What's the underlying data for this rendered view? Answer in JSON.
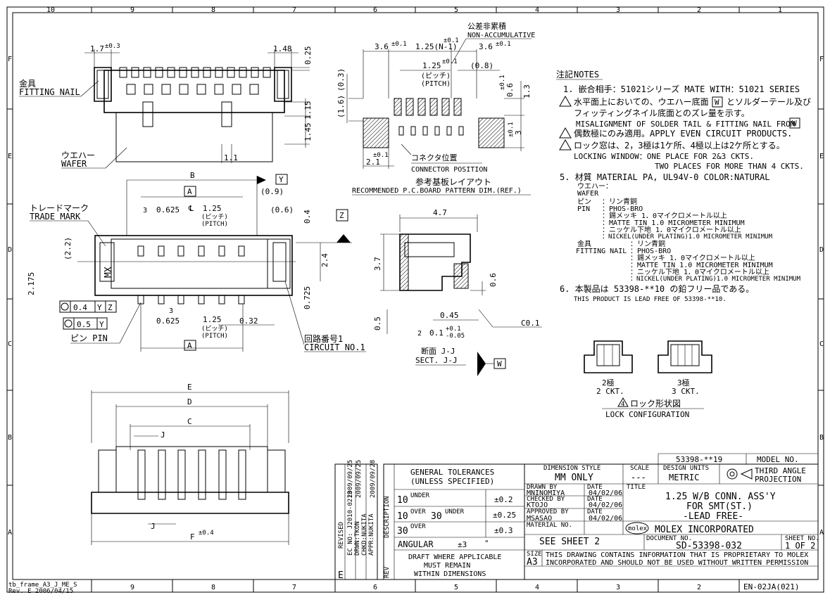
{
  "border": {
    "columns_top": [
      "10",
      "9",
      "8",
      "7",
      "6",
      "5",
      "4",
      "3",
      "2",
      "1"
    ],
    "columns_bottom": [
      "9",
      "8",
      "7",
      "6",
      "5",
      "4",
      "3",
      "2"
    ],
    "rows_left": [
      "F",
      "E",
      "D",
      "C",
      "B",
      "A"
    ],
    "rows_right": [
      "F",
      "E",
      "D",
      "C",
      "B",
      "A"
    ],
    "frame_id": "tb_frame_A3_J_ME_S",
    "frame_rev": "Rev. E 2006/04/15",
    "form_code": "EN-02JA(021)"
  },
  "top_view": {
    "dim_17": "1.7",
    "dim_17_tol": "±0.3",
    "dim_148": "1.48",
    "dim_025": "0.25",
    "dim_115": "1.15",
    "dim_145": "1.45",
    "dim_11": "1.1",
    "label_fitting_nail_jp": "金具",
    "label_fitting_nail_en": "FITTING NAIL",
    "label_wafer_jp": "ウエハー",
    "label_wafer_en": "WAFER"
  },
  "pcb_pattern": {
    "label_non_accum_jp": "公差非累積",
    "label_non_accum_en": "NON-ACCUMULATIVE",
    "dim_36_left": "3.6",
    "dim_36_tol": "±0.1",
    "dim_125n": "1.25(N-1)",
    "dim_125n_tol": "±0.1",
    "dim_36_right": "3.6",
    "dim_125": "1.25",
    "dim_125_tol": "±0.1",
    "pitch_jp": "(ピッチ)",
    "pitch_en": "(PITCH)",
    "dim_08": "(0.8)",
    "dim_03": "(0.3)",
    "dim_16": "(1.6)",
    "dim_06": "0.6",
    "dim_06_tol": "±0.1",
    "dim_13": "1.3",
    "dim_3": "3",
    "dim_3_tol": "±0.1",
    "dim_21": "2.1",
    "dim_21_tol": "±0.1",
    "connector_pos_jp": "コネクタ位置",
    "connector_pos_en": "CONNECTOR POSITION",
    "title_jp": "参考基板レイアウト",
    "title_en": "RECOMMENDED P.C.BOARD PATTERN DIM.(REF.)"
  },
  "front_view": {
    "dim_B": "B",
    "datum_Y": "Y",
    "dim_A_top": "A",
    "dim_09": "(0.9)",
    "dim_0625_top": "0.625",
    "centerline": "℄",
    "dim_125": "1.25",
    "pitch_jp": "(ピッチ)",
    "pitch_en": "(PITCH)",
    "dim_06": "(0.6)",
    "dim_04": "0.4",
    "datum_Z": "Z",
    "trade_mark_jp": "トレードマーク",
    "trade_mark_en": "TRADE MARK",
    "dim_22": "(2.2)",
    "dim_2175": "2.175",
    "dim_24": "2.4",
    "dim_0725": "0.725",
    "mark_text": "MX",
    "gdt_1_tol": "0.4",
    "gdt_1_ref1": "Y",
    "gdt_1_ref2": "Z",
    "gdt_2_tol": "0.5",
    "gdt_2_ref1": "Y",
    "pin_label": "ピン PIN",
    "note_3": "3",
    "dim_0625_bottom": "0.625",
    "dim_125_bottom": "1.25",
    "pitch_jp_b": "(ピッチ)",
    "pitch_en_b": "(PITCH)",
    "dim_032": "0.32",
    "dim_A_bottom": "A",
    "circuit_jp": "回路番号1",
    "circuit_en": "CIRCUIT NO.1"
  },
  "section": {
    "dim_47": "4.7",
    "dim_37": "3.7",
    "dim_06": "0.6",
    "dim_045": "0.45",
    "dim_05": "0.5",
    "dim_01": "0.1",
    "dim_01_tol_up": "+0.1",
    "dim_01_tol_dn": "-0.05",
    "note_2": "2",
    "chamfer": "C0.1",
    "title_jp": "断面 J-J",
    "title_en": "SECT. J-J",
    "datum_W": "W"
  },
  "notes": {
    "title_jp": "注記",
    "title_en": "NOTES",
    "n1": "1. 嵌合相手：51021シリーズ  MATE WITH：51021 SERIES",
    "n2_jp_a": "水平面上においての、ウエハー底面",
    "n2_box": "W",
    "n2_jp_b": "とソルダーテール及び",
    "n2_jp_c": "フィッティングネイル底面とのズレ量を示す。",
    "n2_en": "MISALIGNMENT OF SOLDER TAIL & FITTING NAIL FROM",
    "n2_box2": "W",
    "n3": "偶数極にのみ適用。APPLY EVEN CIRCUIT PRODUCTS.",
    "n4_jp": "ロック窓は、2，3極は1ケ所、4極以上は2ケ所とする。",
    "n4_en_a": "LOCKING WINDOW：ONE PLACE FOR 2&3 CKTS.",
    "n4_en_b": "TWO PLACES FOR MORE THAN 4 CKTS.",
    "n5": "5. 材質 MATERIAL  PA, UL94V-0 COLOR:NATURAL",
    "wafer_jp": "ウエハー：",
    "wafer_en": "WAFER",
    "pin_jp": "ピン",
    "pin_en": "PIN",
    "pin_l1": "：リン青銅",
    "pin_l2": "：PHOS-BRO",
    "pin_l3": "：錫メッキ  1．0マイクロメートル以上",
    "pin_l4": "：MATTE TIN 1.0 MICROMETER MINIMUM",
    "pin_l5": "：ニッケル下地  1．0マイクロメートル以上",
    "pin_l6": "：NICKEL(UNDER PLATING)1.0 MICROMETER MINIMUM",
    "nail_jp": "金具",
    "nail_en": "FITTING NAIL",
    "nail_l1": "：リン青銅",
    "nail_l2": "：PHOS-BRO",
    "nail_l3": "：錫メッキ  1．0マイクロメートル以上",
    "nail_l4": "：MATTE TIN 1.0 MICROMETER MINIMUM",
    "nail_l5": "：ニッケル下地  1．0マイクロメートル以上",
    "nail_l6": "：NICKEL(UNDER PLATING)1.0 MICROMETER MINIMUM",
    "n6_jp": "6. 本製品は 53398-**10 の鉛フリー品である。",
    "n6_en": "THIS PRODUCT IS LEAD FREE OF 53398-**10."
  },
  "lock_config": {
    "ckt2_jp": "2極",
    "ckt2_en": "2 CKT.",
    "ckt3_jp": "3極",
    "ckt3_en": "3 CKT.",
    "title_jp": "ロック形状図",
    "title_en": "LOCK CONFIGURATION",
    "note_4": "4"
  },
  "bottom_view": {
    "dim_E": "E",
    "dim_D": "D",
    "dim_C": "C",
    "dim_J_top": "J",
    "dim_J_bottom": "J",
    "dim_F": "F",
    "dim_F_tol": "±0.4"
  },
  "title_block": {
    "rev_date1": "2009/09/25",
    "rev_date2": "2009/09/25",
    "rev_date3": "2009/09/28",
    "revised": "REVISED",
    "ec_no": "EC NO: J2010-0213",
    "drwn": "DRWN:TKON",
    "chkd": "CHKD:NUKITA",
    "appr": "APPR:NUKITA",
    "rev_letter": "E",
    "description": "DESCRIPTION",
    "rev_label": "REV",
    "gen_tol_1": "GENERAL TOLERANCES",
    "gen_tol_2": "(UNLESS SPECIFIED)",
    "tol_r1_a": "10",
    "tol_r1_b": "UNDER",
    "tol_r1_v": "±0.2",
    "tol_r2_a": "10",
    "tol_r2_b": "OVER",
    "tol_r2_c": "30",
    "tol_r2_d": "UNDER",
    "tol_r2_v": "±0.25",
    "tol_r3_a": "30",
    "tol_r3_b": "OVER",
    "tol_r3_v": "±0.3",
    "angular": "ANGULAR",
    "angular_v": "±3",
    "angular_u": "°",
    "draft_1": "DRAFT WHERE APPLICABLE",
    "draft_2": "MUST REMAIN",
    "draft_3": "WITHIN DIMENSIONS",
    "dim_style_label": "DIMENSION STYLE",
    "dim_style": "MM ONLY",
    "scale_label": "SCALE",
    "scale": "---",
    "drawn_by_label": "DRAWN BY",
    "drawn_by": "MNINOMIYA",
    "date_label": "DATE",
    "drawn_date": "04/02/06",
    "checked_by_label": "CHECKED BY",
    "checked_by": "KTOJO",
    "checked_date": "04/02/06",
    "approved_by_label": "APPROVED BY",
    "approved_by": "MSASAO",
    "approved_date": "04/02/06",
    "material_no_label": "MATERIAL NO.",
    "material_no": "SEE SHEET 2",
    "part_no": "53398-**19",
    "model_no": "MODEL NO.",
    "design_units_label": "DESIGN UNITS",
    "design_units": "METRIC",
    "projection_1": "THIRD ANGLE",
    "projection_2": "PROJECTION",
    "title_label": "TITLE",
    "title_1": "1.25 W/B CONN. ASS'Y",
    "title_2": "FOR SMT(ST.)",
    "title_3": "-LEAD FREE-",
    "logo": "molex",
    "company": "MOLEX INCORPORATED",
    "document_no_label": "DOCUMENT NO.",
    "document_no": "SD-53398-032",
    "sheet_no_label": "SHEET NO.",
    "sheet_no": "1 OF 2",
    "size_label": "SIZE",
    "size": "A3",
    "prop_1": "THIS DRAWING CONTAINS INFORMATION THAT IS PROPRIETARY TO MOLEX",
    "prop_2": "INCORPORATED AND SHOULD NOT BE USED WITHOUT WRITTEN PERMISSION"
  }
}
